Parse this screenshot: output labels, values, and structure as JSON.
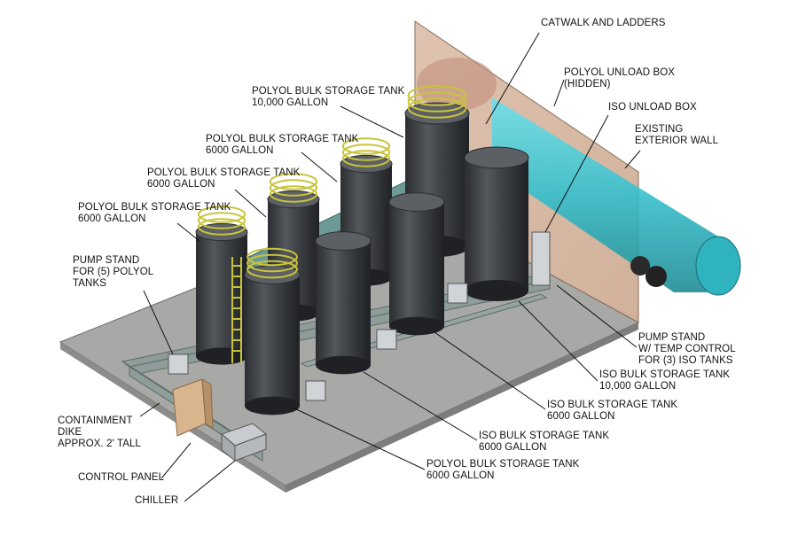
{
  "labels": {
    "catwalk": [
      "CATWALK AND LADDERS"
    ],
    "polyol_unload": [
      "POLYOL UNLOAD BOX",
      "(HIDDEN)"
    ],
    "iso_unload": [
      "ISO UNLOAD BOX"
    ],
    "exterior_wall": [
      "EXISTING",
      "EXTERIOR WALL"
    ],
    "polyol_10000": [
      "POLYOL BULK STORAGE TANK",
      "10,000 GALLON"
    ],
    "polyol_6000_a": [
      "POLYOL BULK STORAGE TANK",
      "6000 GALLON"
    ],
    "polyol_6000_b": [
      "POLYOL BULK STORAGE TANK",
      "6000 GALLON"
    ],
    "polyol_6000_c": [
      "POLYOL BULK STORAGE TANK",
      "6000 GALLON"
    ],
    "pump_stand_polyol": [
      "PUMP STAND",
      "FOR (5) POLYOL",
      "TANKS"
    ],
    "pump_stand_iso": [
      "PUMP STAND",
      "W/ TEMP CONTROL",
      "FOR (3) ISO TANKS"
    ],
    "iso_10000": [
      "ISO BULK STORAGE TANK",
      "10,000 GALLON"
    ],
    "iso_6000_a": [
      "ISO BULK STORAGE TANK",
      "6000 GALLON"
    ],
    "iso_6000_b": [
      "ISO BULK STORAGE TANK",
      "6000 GALLON"
    ],
    "polyol_6000_front": [
      "POLYOL BULK STORAGE TANK",
      "6000 GALLON"
    ],
    "containment": [
      "CONTAINMENT",
      "DIKE",
      "APPROX. 2' TALL"
    ],
    "control_panel": [
      "CONTROL PANEL"
    ],
    "chiller": [
      "CHILLER"
    ]
  },
  "colors": {
    "floor": "#a8a9a7",
    "dike": "#8e9c9a",
    "tank": "#3a3d40",
    "rail": "#c8c43a",
    "catwalk": "#6d9a96",
    "wall": "#d8b79e",
    "trailer": "#3fc4cf",
    "panel": "#d9b48c"
  }
}
